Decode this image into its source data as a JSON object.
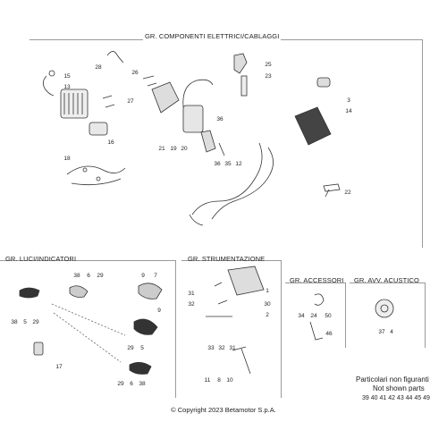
{
  "sections": {
    "electrical": "GR. COMPONENTI ELETTRICI/CABLAGGI",
    "lights": "GR. LUCI/INDICATORI",
    "instruments": "GR. STRUMENTAZIONE",
    "accessories": "GR. ACCESSORI",
    "horn": "GR. AVV. ACUSTICO"
  },
  "callouts": {
    "electrical": [
      "28",
      "15",
      "13",
      "26",
      "27",
      "25",
      "23",
      "3",
      "14",
      "16",
      "36",
      "21",
      "19",
      "20",
      "35",
      "12",
      "18",
      "22"
    ],
    "lights": [
      "38",
      "6",
      "29",
      "9",
      "7",
      "38",
      "5",
      "29",
      "9",
      "29",
      "5",
      "17",
      "29",
      "6",
      "38"
    ],
    "instruments": [
      "1",
      "31",
      "30",
      "32",
      "2",
      "33",
      "32",
      "31",
      "11",
      "8",
      "10"
    ],
    "accessories": [
      "34",
      "24",
      "50",
      "46"
    ],
    "horn": [
      "37",
      "4"
    ]
  },
  "not_shown": {
    "line1": "Particolari non figuranti",
    "line2": "Not shown parts",
    "parts": "39 40 41 42 43 44 45 49"
  },
  "copyright": "© Copyright 2023 Betamotor S.p.A."
}
